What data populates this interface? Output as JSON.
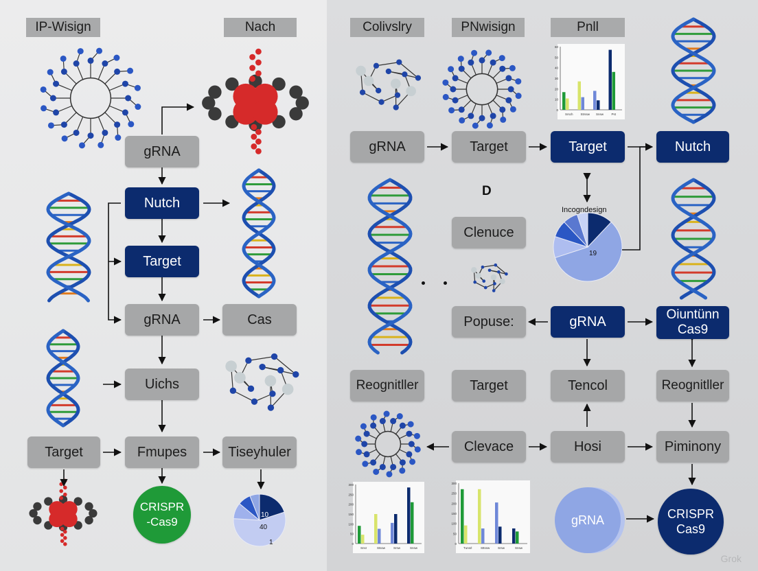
{
  "headers": {
    "h1": "IP-Wisign",
    "h2": "Nach",
    "h3": "Colivslry",
    "h4": "PNwisign",
    "h5": "Pnll"
  },
  "nodes": {
    "l_grna_top": "gRNA",
    "l_nutch": "Nutch",
    "l_target_mid": "Target",
    "l_grna_mid": "gRNA",
    "l_cas": "Cas",
    "l_uichs": "Uichs",
    "l_target_bot": "Target",
    "l_fmupes": "Fmupes",
    "l_tiseyhuler": "Tiseyhuler",
    "l_crispr": "CRISPR\n-Cas9",
    "r_grna_top": "gRNA",
    "r_target1": "Target",
    "r_target2": "Target",
    "r_nutch": "Nutch",
    "r_clenuce": "Clenuce",
    "r_popuse": "Popuse:",
    "r_grna_mid": "gRNA",
    "r_oiuntunn": "Oiuntünn\nCas9",
    "r_reog1": "Reognitller",
    "r_target3": "Target",
    "r_tencol": "Tencol",
    "r_reog2": "Reognitller",
    "r_clevace": "Clevace",
    "r_hosi": "Hosi",
    "r_piminony": "Piminony",
    "r_grna_circle": "gRNA",
    "r_crispr": "CRISPR\nCas9"
  },
  "labels": {
    "d_mark": "D",
    "pie_title": "Incogndesign",
    "pie_right_value": "19",
    "pie_left_value_a": "10",
    "pie_left_value_b": "40",
    "pie_left_value_c": "1",
    "watermark": "Grok"
  },
  "colors": {
    "navy": "#0c2b6e",
    "gray_box": "#a6a7a8",
    "green": "#1f9a38",
    "dna_blue": "#2a63c4",
    "atom_blue": "#1f45a8",
    "atom_red": "#d62a2a",
    "atom_dark": "#3a3a3a",
    "pie_light": "#8fa6e4",
    "pie_navy": "#0c2b6e"
  },
  "charts": {
    "top_right": {
      "yticks": [
        "0",
        "10",
        "20",
        "30",
        "40",
        "50",
        "60"
      ],
      "categories": [
        "Srsch",
        "Strssw",
        "Snsw",
        "Pst"
      ]
    },
    "bottom_left": {
      "yticks": [
        "0",
        "50",
        "100",
        "150",
        "200",
        "250",
        "300"
      ],
      "categories": [
        "Snsr",
        "Stssw",
        "Srsw",
        "Snsw"
      ]
    },
    "bottom_mid": {
      "yticks": [
        "0",
        "50",
        "100",
        "150",
        "200",
        "250",
        "300"
      ],
      "categories": [
        "Tunsrl",
        "Sttssw",
        "Srsw",
        "Snsw"
      ]
    }
  }
}
